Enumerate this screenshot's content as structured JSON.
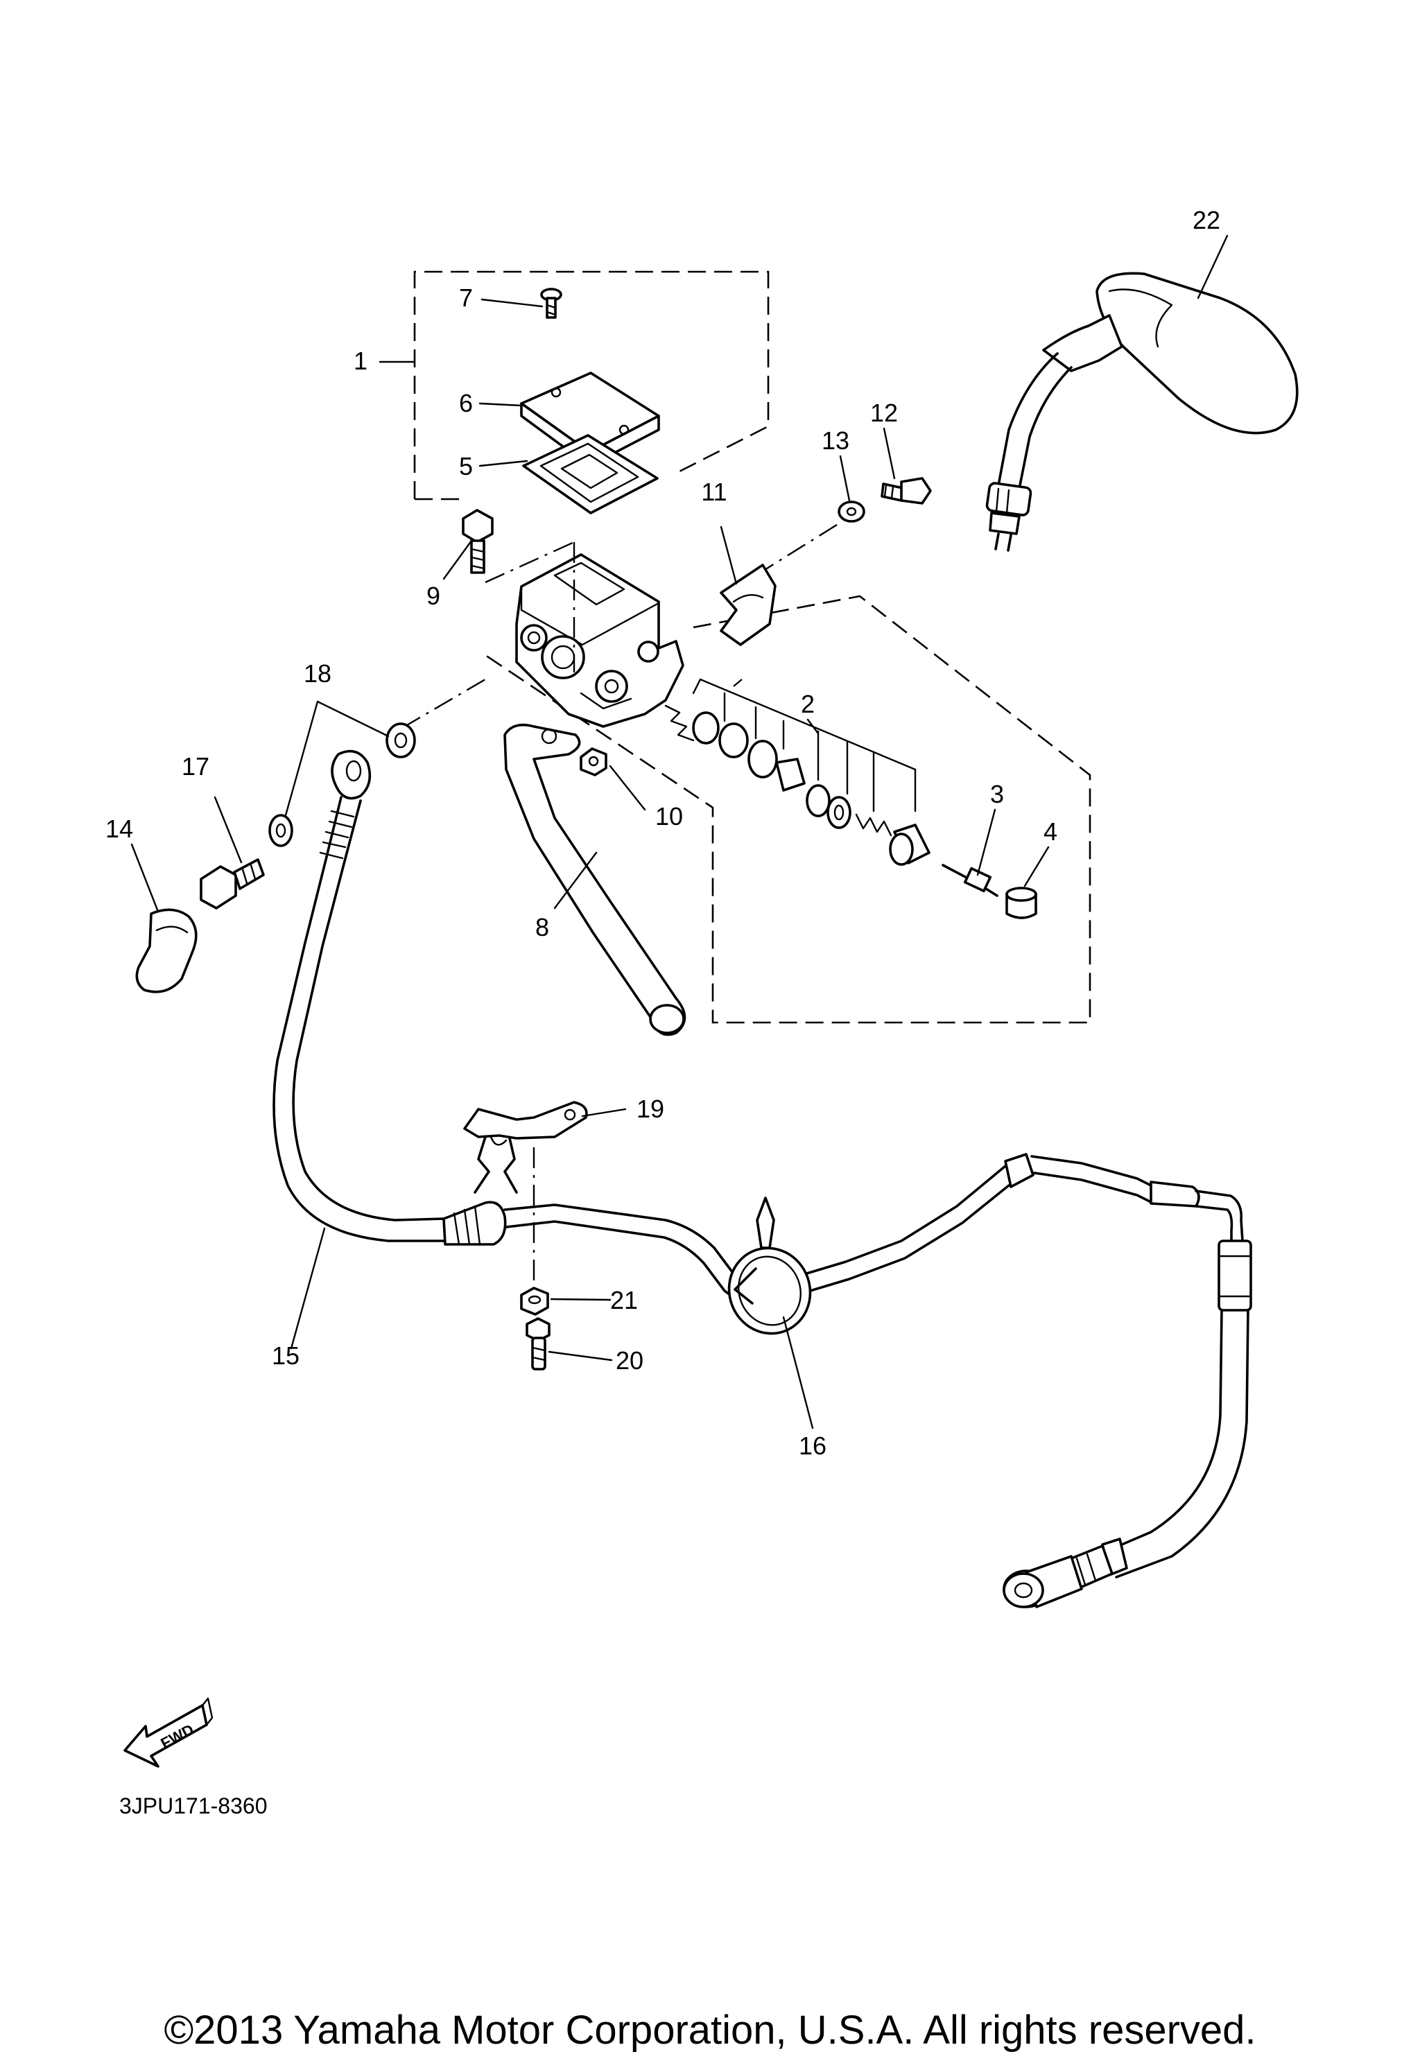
{
  "callouts": [
    "1",
    "2",
    "3",
    "4",
    "5",
    "6",
    "7",
    "8",
    "9",
    "10",
    "11",
    "12",
    "13",
    "14",
    "15",
    "16",
    "17",
    "18",
    "19",
    "20",
    "21",
    "22"
  ],
  "direction_marker": "FWD",
  "diagram_code": "3JPU171-8360",
  "copyright": "©2013 Yamaha Motor Corporation, U.S.A. All rights reserved."
}
